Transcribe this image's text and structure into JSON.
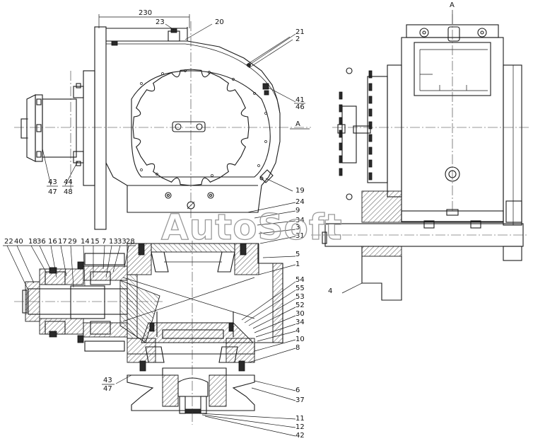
{
  "watermark": "AutoSoft",
  "dimension_230": "230",
  "section_mark": "A",
  "callouts": {
    "c23": "23",
    "c20": "20",
    "c21": "21",
    "c2": "2",
    "c41": "41",
    "c46": "46",
    "c19": "19",
    "c24": "24",
    "c9": "9",
    "c3": "3",
    "c31": "31",
    "c5": "5",
    "c1": "1",
    "c54": "54",
    "c55": "55",
    "c53": "53",
    "c52": "52",
    "c30": "30",
    "c34b": "34",
    "c4b": "4",
    "c10": "10",
    "c8": "8",
    "c6": "6",
    "c37": "37",
    "c11": "11",
    "c12": "12",
    "c42": "42",
    "c43a": "43",
    "c47a": "47",
    "c44": "44",
    "c48": "48",
    "c43b": "43",
    "c47b": "47",
    "c4a": "4"
  },
  "top_row_labels": [
    "22",
    "40",
    "18",
    "36",
    "16",
    "17",
    "29",
    "14",
    "15",
    "7",
    "13",
    "33",
    "28"
  ],
  "right_stack_labels": [
    "34",
    "3",
    "31"
  ]
}
